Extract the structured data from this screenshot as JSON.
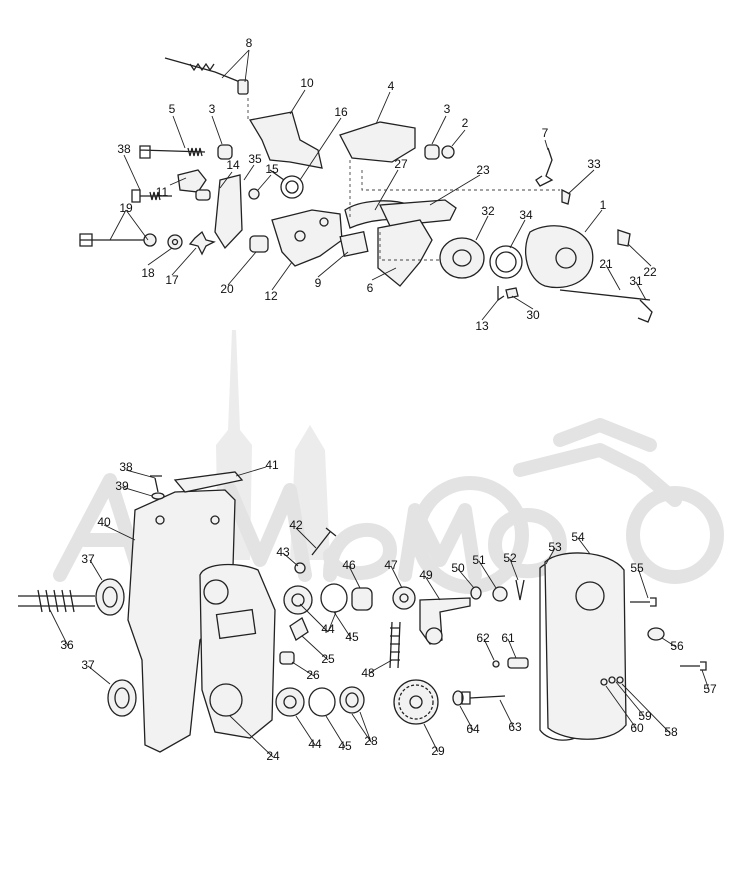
{
  "colors": {
    "line": "#222222",
    "watermark": "#e3e3e3",
    "background": "#ffffff"
  },
  "labels": [
    {
      "text": "8"
    },
    {
      "text": "10"
    },
    {
      "text": "5"
    },
    {
      "text": "3"
    },
    {
      "text": "16"
    },
    {
      "text": "4"
    },
    {
      "text": "3"
    },
    {
      "text": "2"
    },
    {
      "text": "7"
    },
    {
      "text": "38"
    },
    {
      "text": "14"
    },
    {
      "text": "35"
    },
    {
      "text": "15"
    },
    {
      "text": "27"
    },
    {
      "text": "23"
    },
    {
      "text": "33"
    },
    {
      "text": "11"
    },
    {
      "text": "19"
    },
    {
      "text": "32"
    },
    {
      "text": "34"
    },
    {
      "text": "1"
    },
    {
      "text": "21"
    },
    {
      "text": "22"
    },
    {
      "text": "31"
    },
    {
      "text": "18"
    },
    {
      "text": "17"
    },
    {
      "text": "20"
    },
    {
      "text": "12"
    },
    {
      "text": "9"
    },
    {
      "text": "6"
    },
    {
      "text": "13"
    },
    {
      "text": "30"
    },
    {
      "text": "38"
    },
    {
      "text": "41"
    },
    {
      "text": "39"
    },
    {
      "text": "40"
    },
    {
      "text": "42"
    },
    {
      "text": "43"
    },
    {
      "text": "46"
    },
    {
      "text": "47"
    },
    {
      "text": "49"
    },
    {
      "text": "50"
    },
    {
      "text": "51"
    },
    {
      "text": "52"
    },
    {
      "text": "53"
    },
    {
      "text": "54"
    },
    {
      "text": "55"
    },
    {
      "text": "37"
    },
    {
      "text": "44"
    },
    {
      "text": "45"
    },
    {
      "text": "25"
    },
    {
      "text": "36"
    },
    {
      "text": "62"
    },
    {
      "text": "61"
    },
    {
      "text": "56"
    },
    {
      "text": "26"
    },
    {
      "text": "48"
    },
    {
      "text": "37"
    },
    {
      "text": "57"
    },
    {
      "text": "59"
    },
    {
      "text": "60"
    },
    {
      "text": "58"
    },
    {
      "text": "44"
    },
    {
      "text": "45"
    },
    {
      "text": "28"
    },
    {
      "text": "64"
    },
    {
      "text": "63"
    },
    {
      "text": "24"
    },
    {
      "text": "29"
    }
  ]
}
